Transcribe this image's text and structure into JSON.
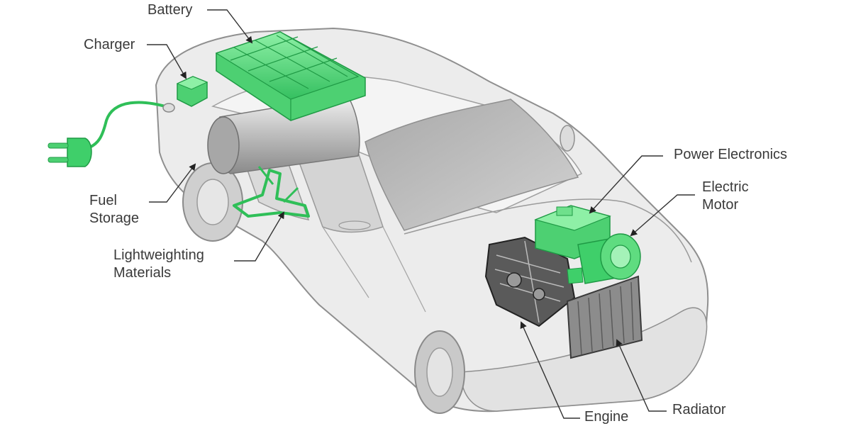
{
  "labels": {
    "battery": "Battery",
    "charger": "Charger",
    "fuel_storage": [
      "Fuel",
      "Storage"
    ],
    "lightweighting_materials": [
      "Lightweighting",
      "Materials"
    ],
    "power_electronics": "Power Electronics",
    "electric_motor": [
      "Electric",
      "Motor"
    ],
    "engine": "Engine",
    "radiator": "Radiator"
  },
  "colors": {
    "highlight_green": "#3fcf6a",
    "highlight_green_dark": "#1f9a45",
    "car_body": "#eaeaea",
    "car_outline": "#8f8f8f",
    "glass": "#b9b9b9",
    "label_text": "#3a3a3a",
    "leader_line": "#333333"
  }
}
